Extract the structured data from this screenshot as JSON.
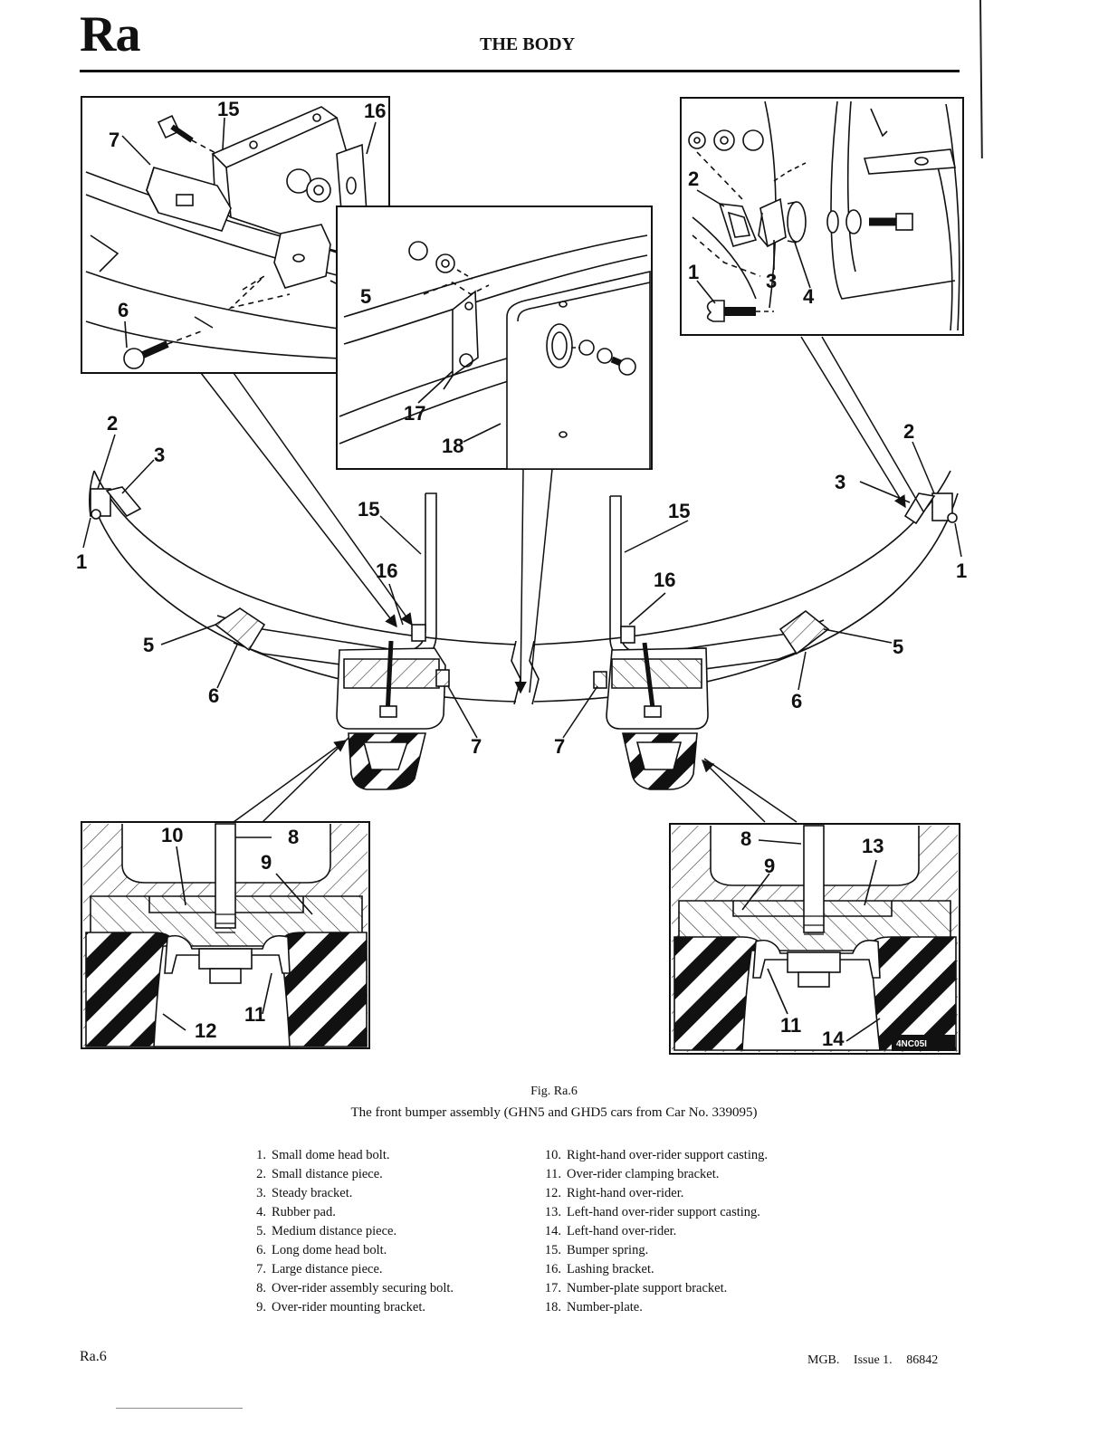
{
  "header": {
    "section_code": "Ra",
    "title": "THE BODY"
  },
  "figure": {
    "label": "Fig. Ra.6",
    "description": "The front bumper assembly (GHN5 and GHD5 cars from Car No. 339095)",
    "drawing_ref": "4NC05I",
    "callout_numbers": [
      "1",
      "2",
      "3",
      "4",
      "5",
      "6",
      "7",
      "8",
      "9",
      "10",
      "11",
      "12",
      "13",
      "14",
      "15",
      "16",
      "17",
      "18"
    ]
  },
  "legend": {
    "left": [
      {
        "num": "1.",
        "text": "Small dome head bolt."
      },
      {
        "num": "2.",
        "text": "Small distance piece."
      },
      {
        "num": "3.",
        "text": "Steady bracket."
      },
      {
        "num": "4.",
        "text": "Rubber pad."
      },
      {
        "num": "5.",
        "text": "Medium distance piece."
      },
      {
        "num": "6.",
        "text": "Long dome head bolt."
      },
      {
        "num": "7.",
        "text": "Large distance piece."
      },
      {
        "num": "8.",
        "text": "Over-rider assembly securing bolt."
      },
      {
        "num": "9.",
        "text": "Over-rider mounting bracket."
      }
    ],
    "right": [
      {
        "num": "10.",
        "text": "Right-hand over-rider support casting."
      },
      {
        "num": "11.",
        "text": "Over-rider clamping bracket."
      },
      {
        "num": "12.",
        "text": "Right-hand over-rider."
      },
      {
        "num": "13.",
        "text": "Left-hand over-rider support casting."
      },
      {
        "num": "14.",
        "text": "Left-hand over-rider."
      },
      {
        "num": "15.",
        "text": "Bumper spring."
      },
      {
        "num": "16.",
        "text": "Lashing bracket."
      },
      {
        "num": "17.",
        "text": "Number-plate support bracket."
      },
      {
        "num": "18.",
        "text": "Number-plate."
      }
    ]
  },
  "footer": {
    "page": "Ra.6",
    "model": "MGB.",
    "issue": "Issue 1.",
    "code": "86842"
  }
}
